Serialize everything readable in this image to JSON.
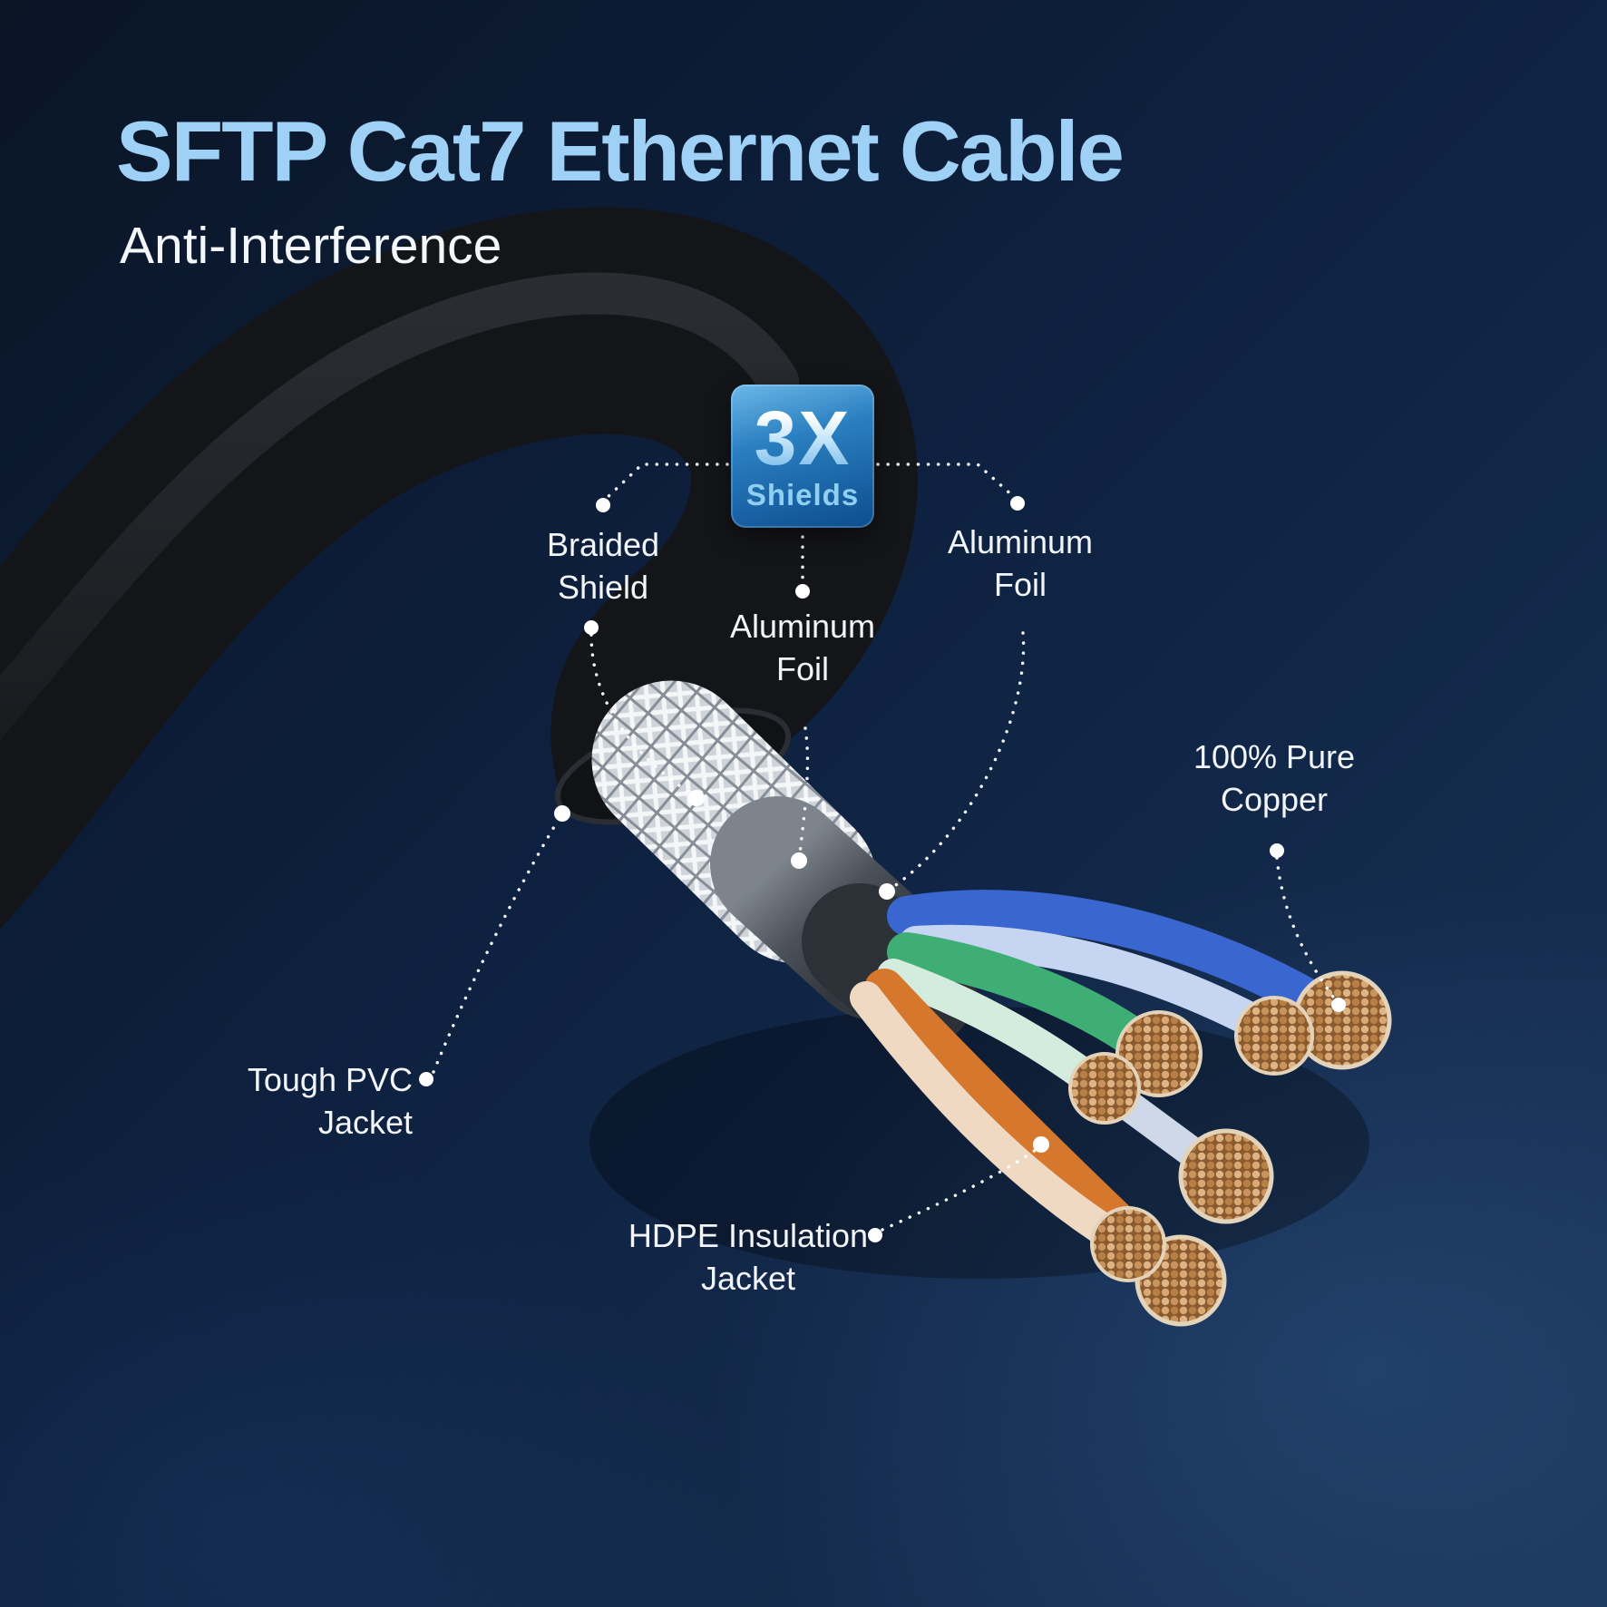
{
  "title": "SFTP Cat7 Ethernet Cable",
  "subtitle": "Anti-Interference",
  "badge": {
    "value": "3X",
    "label": "Shields"
  },
  "callouts": {
    "braided_shield": "Braided\nShield",
    "aluminum_foil_center": "Aluminum\nFoil",
    "aluminum_foil_right": "Aluminum\nFoil",
    "pure_copper": "100% Pure\nCopper",
    "pvc_jacket": "Tough PVC\nJacket",
    "hdpe_insulation": "HDPE Insulation\nJacket"
  },
  "colors": {
    "title_blue": "#9fd0f5",
    "background_top": "#0a1526",
    "background_bottom": "#1a3458",
    "badge_blue": "#2a7fc0",
    "jacket_black": "#141518",
    "braid_silver": "#d4d8dd",
    "foil_gray": "#5a6068",
    "wire_blue": "#3a66cf",
    "wire_green": "#3fae74",
    "wire_orange": "#d5782e",
    "copper": "#b07840",
    "callout_text": "#f2f6fa"
  }
}
